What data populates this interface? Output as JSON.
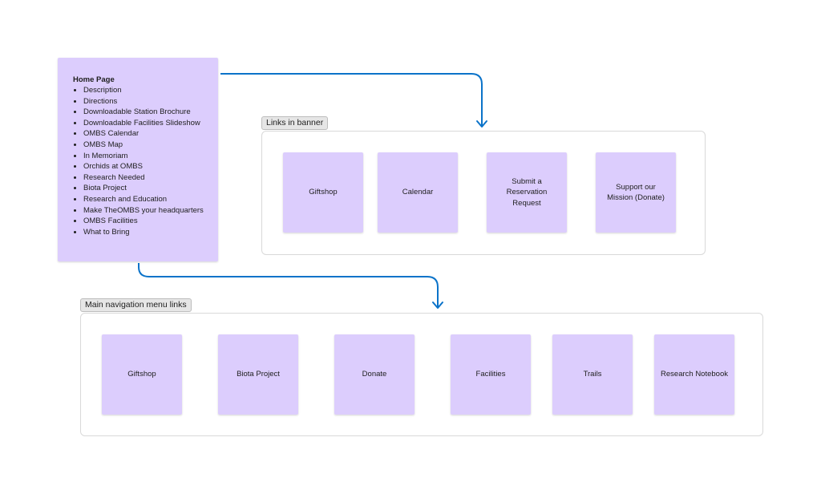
{
  "home_page": {
    "title": "Home Page",
    "items": [
      "Description",
      "Directions",
      "Downloadable Station Brochure",
      "Downloadable Facilities Slideshow",
      "OMBS Calendar",
      "OMBS Map",
      "In Memoriam",
      "Orchids at OMBS",
      "Research Needed",
      "Biota Project",
      "Research and Education",
      "Make TheOMBS your headquarters",
      "OMBS Facilities",
      "What to Bring"
    ]
  },
  "banner_section": {
    "label": "Links in banner",
    "links": [
      "Giftshop",
      "Calendar",
      "Submit a Reservation Request",
      "Support our Mission (Donate)"
    ]
  },
  "nav_section": {
    "label": "Main navigation menu links",
    "links": [
      "Giftshop",
      "Biota Project",
      "Donate",
      "Facilities",
      "Trails",
      "Research Notebook"
    ]
  },
  "colors": {
    "sticky": "#dccdfd",
    "connector": "#0b73c9",
    "frame_border": "#d9d9d9"
  }
}
